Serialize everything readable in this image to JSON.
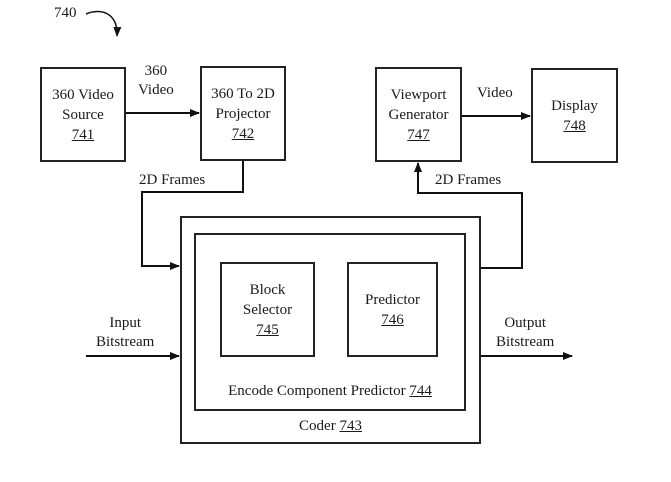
{
  "figure_ref": "740",
  "nodes": {
    "video_source": {
      "line1": "360 Video",
      "line2": "Source",
      "ref": "741"
    },
    "projector": {
      "line1": "360 To 2D",
      "line2": "Projector",
      "ref": "742"
    },
    "coder": {
      "label": "Coder",
      "ref": "743"
    },
    "encode_component_predictor": {
      "label": "Encode Component Predictor",
      "ref": "744"
    },
    "block_selector": {
      "line1": "Block",
      "line2": "Selector",
      "ref": "745"
    },
    "predictor": {
      "line1": "Predictor",
      "ref": "746"
    },
    "viewport_generator": {
      "line1": "Viewport",
      "line2": "Generator",
      "ref": "747"
    },
    "display": {
      "line1": "Display",
      "ref": "748"
    }
  },
  "edges": {
    "video_360": {
      "line1": "360",
      "line2": "Video"
    },
    "frames_in": "2D Frames",
    "frames_out": "2D Frames",
    "video_out": "Video",
    "input_bitstream": {
      "line1": "Input",
      "line2": "Bitstream"
    },
    "output_bitstream": {
      "line1": "Output",
      "line2": "Bitstream"
    }
  }
}
